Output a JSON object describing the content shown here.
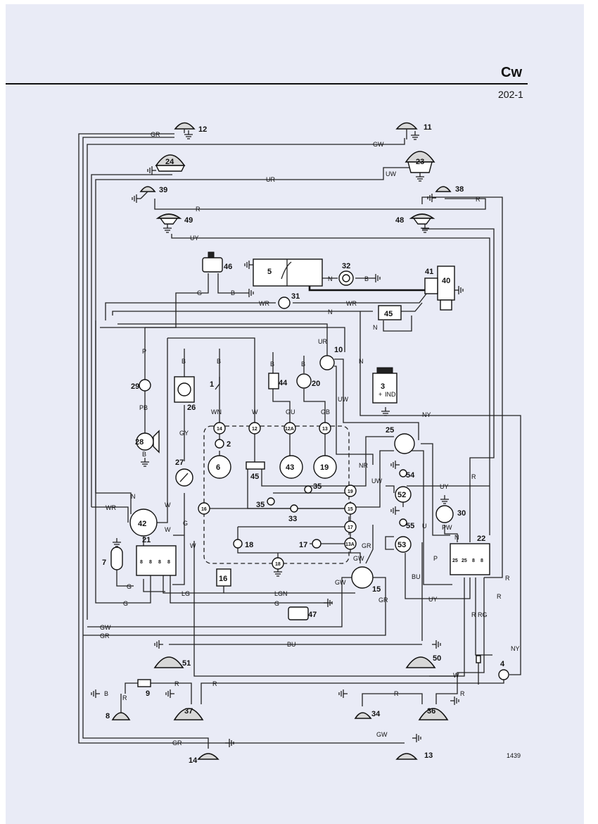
{
  "header": {
    "section_code": "Cw",
    "page_ref": "202-1"
  },
  "figure_ref": "1439",
  "components": {
    "c1": "1",
    "c2": "2",
    "c3": "3",
    "c4": "4",
    "c5": "5",
    "c6": "6",
    "c7": "7",
    "c8": "8",
    "c9": "9",
    "c10": "10",
    "c11": "11",
    "c12": "12",
    "c13": "13",
    "c14": "14",
    "c15": "15",
    "c16": "16",
    "c17": "17",
    "c18": "18",
    "c19": "19",
    "c20": "20",
    "c21": "21",
    "c22": "22",
    "c23": "23",
    "c24": "24",
    "c25": "25",
    "c26": "26",
    "c27": "27",
    "c28": "28",
    "c29": "29",
    "c30": "30",
    "c31": "31",
    "c32": "32",
    "c33": "33",
    "c34": "34",
    "c35a": "35",
    "c35b": "35",
    "c36": "36",
    "c37": "37",
    "c38": "38",
    "c39": "39",
    "c40": "40",
    "c41": "41",
    "c42": "42",
    "c43": "43",
    "c44": "44",
    "c45a": "45",
    "c45b": "45",
    "c46": "46",
    "c47": "47",
    "c48": "48",
    "c49": "49",
    "c50": "50",
    "c51": "51",
    "c52": "52",
    "c53": "53",
    "c54": "54",
    "c55": "55"
  },
  "nodes": {
    "n14": "14",
    "n12": "12",
    "n12a": "12A",
    "n13": "13",
    "n19": "19",
    "n15": "15",
    "n16": "16",
    "n17": "17",
    "n13a": "13A",
    "n18": "18"
  },
  "fuse_labels": {
    "f21": [
      "8",
      "8",
      "8",
      "8"
    ],
    "f22": [
      "25",
      "25",
      "8",
      "8"
    ]
  },
  "alternator_labels": {
    "ind": "IND",
    "plus": "+"
  },
  "wire_colors": {
    "gr_top": "GR",
    "gw_top": "GW",
    "ur_top": "UR",
    "uw_top": "UW",
    "r_top": "R",
    "uy_top": "UY",
    "g46": "G",
    "b46": "B",
    "n32": "N",
    "b32": "B",
    "wr31": "WR",
    "wr40": "WR",
    "n_mid": "N",
    "n45": "N",
    "ur10": "UR",
    "uw10": "UW",
    "n_left": "N",
    "ny": "NY",
    "p29": "P",
    "pb": "PB",
    "b28": "B",
    "b26": "B",
    "gy": "GY",
    "b1": "B",
    "wn": "WN",
    "w12": "W",
    "b44": "B",
    "gu": "GU",
    "b20": "B",
    "gb": "GB",
    "nr": "NR",
    "uw25": "UW",
    "uy52": "UY",
    "r_right": "R",
    "u25": "U",
    "pw": "PW",
    "n22": "N",
    "p22": "P",
    "bu53": "BU",
    "uy_bot": "UY",
    "r22a": "R",
    "r22b": "R",
    "r_rg": "R",
    "rg": "RG",
    "ny4": "NY",
    "n42": "N",
    "wr42": "WR",
    "w42a": "W",
    "w42b": "W",
    "g27": "G",
    "w21": "W",
    "g7": "G",
    "lg": "LG",
    "lgn": "LGN",
    "g_low": "G",
    "g47": "G",
    "gw15": "GW",
    "gw15b": "GW",
    "gr15": "GR",
    "gw_bot": "GW",
    "gr_bot": "GR",
    "bu_bot": "BU",
    "w4": "W",
    "r9": "R",
    "r37": "R",
    "b8": "B",
    "r8": "R",
    "r34": "R",
    "r36": "R",
    "gr14": "GR",
    "gw13": "GW"
  }
}
